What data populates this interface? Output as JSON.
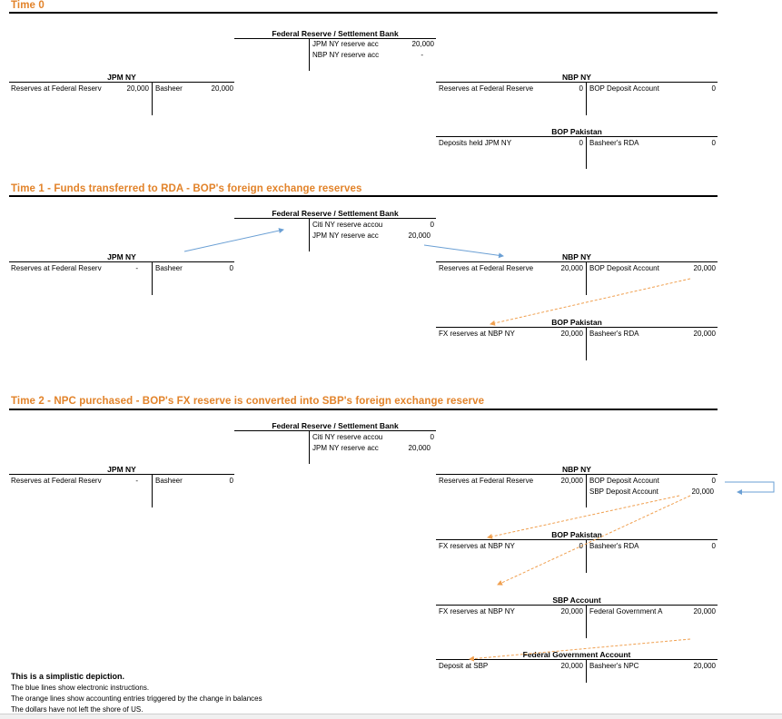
{
  "time0": {
    "title": "Time 0",
    "fed": {
      "title": "Federal Reserve / Settlement Bank",
      "rows": [
        {
          "label": "JPM NY reserve acc",
          "value": "20,000"
        },
        {
          "label": "NBP NY reserve acc",
          "value": "-"
        }
      ]
    },
    "jpm": {
      "title": "JPM NY",
      "left": {
        "label": "Reserves at Federal Reserv",
        "value": "20,000"
      },
      "right": {
        "label": "Basheer",
        "value": "20,000"
      }
    },
    "nbp": {
      "title": "NBP NY",
      "left": {
        "label": "Reserves at Federal Reserve",
        "value": "0"
      },
      "right": {
        "label": "BOP Deposit Account",
        "value": "0"
      }
    },
    "bop": {
      "title": "BOP Pakistan",
      "left": {
        "label": "Deposits held JPM NY",
        "value": "0"
      },
      "right": {
        "label": "Basheer's RDA",
        "value": "0"
      }
    }
  },
  "time1": {
    "title": "Time 1 - Funds transferred to RDA - BOP's foreign exchange reserves",
    "fed": {
      "title": "Federal Reserve / Settlement Bank",
      "rows": [
        {
          "label": "Citi NY reserve accou",
          "value": "0"
        },
        {
          "label": "JPM NY reserve acc",
          "value": "20,000"
        }
      ]
    },
    "jpm": {
      "title": "JPM NY",
      "left": {
        "label": "Reserves at Federal Reserv",
        "value": "-"
      },
      "right": {
        "label": "Basheer",
        "value": "0"
      }
    },
    "nbp": {
      "title": "NBP NY",
      "left": {
        "label": "Reserves at Federal Reserve",
        "value": "20,000"
      },
      "right": {
        "label": "BOP Deposit Account",
        "value": "20,000"
      }
    },
    "bop": {
      "title": "BOP Pakistan",
      "left": {
        "label": "FX reserves at NBP NY",
        "value": "20,000"
      },
      "right": {
        "label": "Basheer's RDA",
        "value": "20,000"
      }
    }
  },
  "time2": {
    "title": "Time 2 - NPC purchased - BOP's FX reserve is converted into SBP's foreign exchange reserve",
    "fed": {
      "title": "Federal Reserve / Settlement Bank",
      "rows": [
        {
          "label": "Citi NY reserve accou",
          "value": "0"
        },
        {
          "label": "JPM NY reserve acc",
          "value": "20,000"
        }
      ]
    },
    "jpm": {
      "title": "JPM NY",
      "left": {
        "label": "Reserves at Federal Reserv",
        "value": "-"
      },
      "right": {
        "label": "Basheer",
        "value": "0"
      }
    },
    "nbp": {
      "title": "NBP NY",
      "left": {
        "label": "Reserves at Federal Reserve",
        "value": "20,000"
      },
      "right1": {
        "label": "BOP Deposit Account",
        "value": "0"
      },
      "right2": {
        "label": "SBP Deposit Account",
        "value": "20,000"
      }
    },
    "bop": {
      "title": "BOP Pakistan",
      "left": {
        "label": "FX reserves at NBP NY",
        "value": "0"
      },
      "right": {
        "label": "Basheer's RDA",
        "value": "0"
      }
    },
    "sbp": {
      "title": "SBP Account",
      "left": {
        "label": "FX reserves at NBP NY",
        "value": "20,000"
      },
      "right": {
        "label": "Federal Government A",
        "value": "20,000"
      }
    },
    "fga": {
      "title": "Federal Government Account",
      "left": {
        "label": "Deposit at SBP",
        "value": "20,000"
      },
      "right": {
        "label": "Basheer's NPC",
        "value": "20,000"
      }
    }
  },
  "notes": {
    "heading": "This is a simplistic depiction.",
    "lines": [
      "The blue lines show electronic instructions.",
      "The orange lines show accounting entries triggered by the change in balances",
      "The dollars have not left the shore of US."
    ]
  },
  "colors": {
    "accent": "#e2832a",
    "blue_arrow": "#6a9fd4",
    "orange_arrow": "#f0a050"
  }
}
